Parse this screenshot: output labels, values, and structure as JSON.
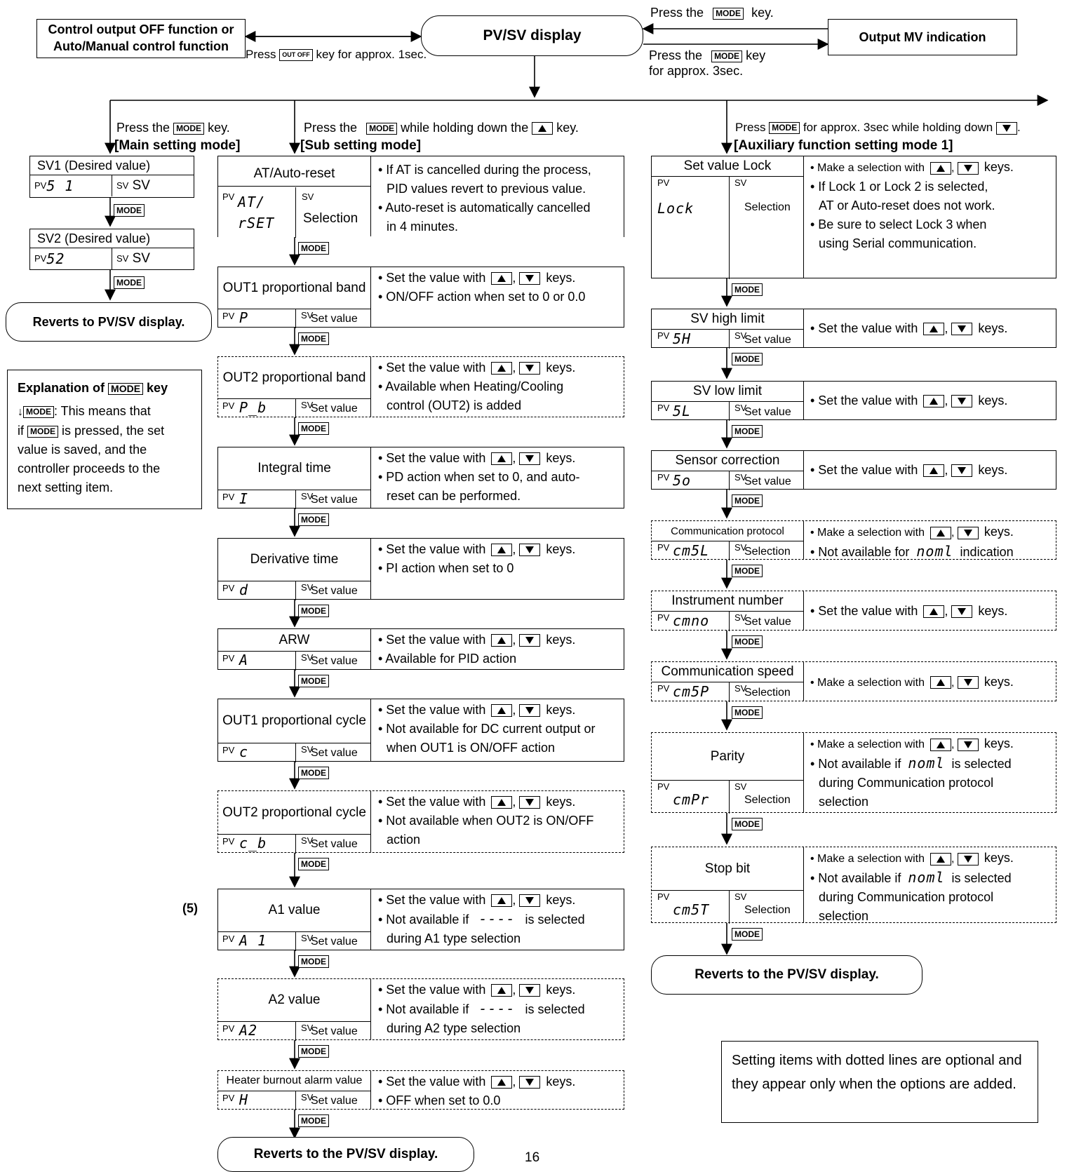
{
  "top": {
    "pv_sv": "PV/SV display",
    "control_off": [
      "Control output OFF function or",
      "Auto/Manual control function"
    ],
    "press_out": "Press",
    "press_out_suffix": "key for approx. 1sec.",
    "out_key": "OUT OFF",
    "output_mv": "Output MV indication",
    "press_mode_left": "Press the",
    "press_mode_key": "key.",
    "press_mode_3sec_a": "Press the",
    "press_mode_3sec_b": "key",
    "press_mode_3sec_c": "for approx. 3sec.",
    "mode_key": "MODE"
  },
  "main_mode": {
    "press": "Press the",
    "press_suffix": "key.",
    "title": "[Main setting mode]",
    "sv1_title": "SV1 (Desired value)",
    "sv1_pv": "5 1",
    "sv2_title": "SV2 (Desired value)",
    "sv2_pv": "52",
    "sv": "SV",
    "reverts": "Reverts to PV/SV display."
  },
  "explanation": {
    "title_a": "Explanation of",
    "title_b": "key",
    "text_a": ": This means that",
    "text_b": "if",
    "text_c": "is pressed, the set",
    "text_d": "value is saved, and the",
    "text_e": "controller proceeds to the",
    "text_f": "next setting item."
  },
  "sub_mode": {
    "press_a": "Press the",
    "press_b": "while holding down the",
    "press_c": "key.",
    "title": "[Sub setting mode]",
    "items": [
      {
        "name": "AT/Auto-reset",
        "pv": "AT/ rSET",
        "sv": "Selection",
        "desc": [
          "• If AT is cancelled during the process,",
          "PID values revert to previous value.",
          "• Auto-reset is automatically cancelled",
          "in 4 minutes."
        ]
      },
      {
        "name": "OUT1 proportional band",
        "pv": "P",
        "sv": "Set value",
        "desc": [
          "• Set the value with",
          "keys.",
          "• ON/OFF action when set to 0 or 0.0"
        ]
      },
      {
        "name": "OUT2 proportional band",
        "pv": "P_b",
        "sv": "Set value",
        "desc": [
          "• Set the value with",
          "keys.",
          "• Available when Heating/Cooling",
          "control (OUT2) is added"
        ]
      },
      {
        "name": "Integral time",
        "pv": "I",
        "sv": "Set value",
        "desc": [
          "• Set the value with",
          "keys.",
          "• PD action when set to 0, and auto-",
          "reset can be performed."
        ]
      },
      {
        "name": "Derivative time",
        "pv": "d",
        "sv": "Set value",
        "desc": [
          "• Set the value with",
          "keys.",
          "• PI action when set to 0"
        ]
      },
      {
        "name": "ARW",
        "pv": "A",
        "sv": "Set value",
        "desc": [
          "• Set the value with",
          "keys.",
          "• Available for PID action"
        ]
      },
      {
        "name": "OUT1 proportional cycle",
        "pv": "c",
        "sv": "Set value",
        "desc": [
          "• Set the value with",
          "keys.",
          "• Not available for DC current output or",
          "when OUT1 is ON/OFF action"
        ]
      },
      {
        "name": "OUT2 proportional cycle",
        "pv": "c_b",
        "sv": "Set value",
        "desc": [
          "• Set the value with",
          "keys.",
          "• Not available when OUT2 is ON/OFF",
          "action"
        ]
      },
      {
        "name": "A1 value",
        "pv": "A 1",
        "sv": "Set value",
        "desc": [
          "• Set the value with",
          "keys.",
          "• Not available if",
          "is selected",
          "during A1 type selection"
        ]
      },
      {
        "name": "A2 value",
        "pv": "A2",
        "sv": "Set value",
        "desc": [
          "• Set the value with",
          "keys.",
          "• Not available if",
          "is selected",
          "during A2 type selection"
        ]
      },
      {
        "name": "Heater burnout alarm value",
        "pv": "H",
        "sv": "Set value",
        "desc": [
          "• Set the value with",
          "keys.",
          "• OFF when set to 0.0"
        ]
      }
    ],
    "dashes": "----",
    "marker": "(5)",
    "reverts": "Reverts to the PV/SV display."
  },
  "aux_mode": {
    "press_a": "Press",
    "press_b": "for approx. 3sec while holding down",
    "title": "[Auxiliary function setting mode 1]",
    "items": [
      {
        "name": "Set value Lock",
        "pv": "Lock",
        "sv": "Selection",
        "desc": [
          "• Make a selection with",
          "keys.",
          "• If Lock 1 or Lock 2 is selected,",
          "AT or Auto-reset does not work.",
          "• Be sure to select Lock 3 when",
          "using Serial communication."
        ]
      },
      {
        "name": "SV high limit",
        "pv": "5H",
        "sv": "Set value",
        "desc": [
          "• Set the value with",
          "keys."
        ]
      },
      {
        "name": "SV low limit",
        "pv": "5L",
        "sv": "Set value",
        "desc": [
          "• Set the value with",
          "keys."
        ]
      },
      {
        "name": "Sensor correction",
        "pv": "5o",
        "sv": "Set value",
        "desc": [
          "• Set the value with",
          "keys."
        ]
      },
      {
        "name": "Communication protocol",
        "pv": "cm5L",
        "sv": "Selection",
        "desc": [
          "• Make a selection with",
          "keys.",
          "• Not available for",
          "indication"
        ]
      },
      {
        "name": "Instrument number",
        "pv": "cmno",
        "sv": "Set value",
        "desc": [
          "• Set the value with",
          "keys."
        ]
      },
      {
        "name": "Communication speed",
        "pv": "cm5P",
        "sv": "Selection",
        "desc": [
          "• Make a selection with",
          "keys."
        ]
      },
      {
        "name": "Parity",
        "pv": "cmPr",
        "sv": "Selection",
        "desc": [
          "• Make a selection with",
          "keys.",
          "• Not available if",
          "is selected",
          "during Communication protocol",
          "selection"
        ]
      },
      {
        "name": "Stop bit",
        "pv": "cm5T",
        "sv": "Selection",
        "desc": [
          "• Make a selection with",
          "keys.",
          "• Not available if",
          "is selected",
          "during Communication protocol",
          "selection"
        ]
      }
    ],
    "noml": "noml",
    "reverts": "Reverts to the PV/SV display."
  },
  "note": "Setting items with dotted lines are optional and they appear only when the options are added.",
  "labels": {
    "pv": "PV",
    "sv": "SV"
  },
  "page_number": "16"
}
